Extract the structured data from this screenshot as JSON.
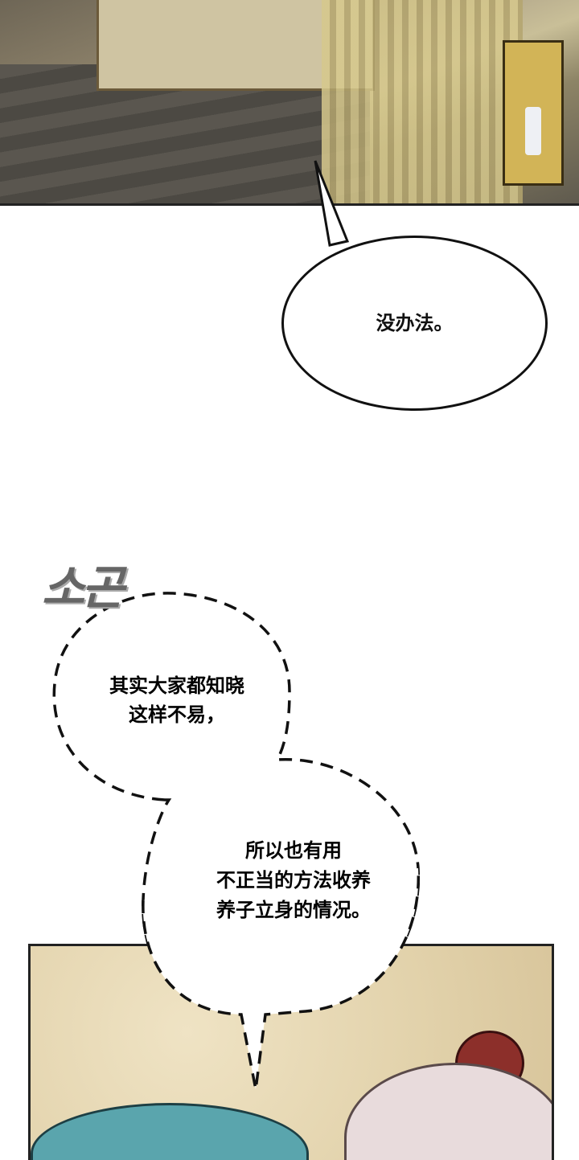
{
  "bubbles": {
    "first": "没办法。",
    "second_lines": [
      "其实大家都知晓",
      "这样不易，"
    ],
    "third_lines": [
      "所以也有用",
      "不正当的方法收养",
      "养子立身的情况。"
    ]
  },
  "sfx": "소곤"
}
